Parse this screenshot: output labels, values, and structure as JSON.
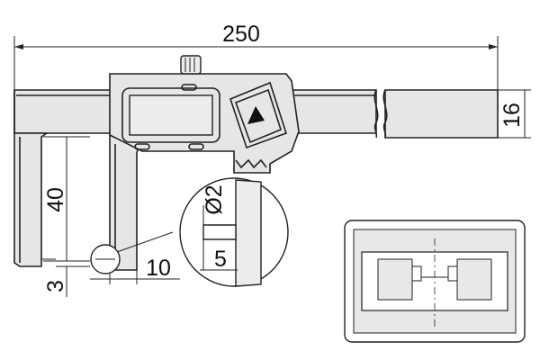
{
  "dimensions": {
    "total_length": "250",
    "beam_height": "16",
    "jaw_depth": "40",
    "tip_height": "3",
    "jaw_offset": "10",
    "pin_diameter": "Ø2",
    "pin_length": "5"
  },
  "icons": {
    "hold_button": "triangle-up-icon",
    "thumb_wheel": "knurled-wheel-icon"
  },
  "colors": {
    "line": "#222222",
    "body": "#e6e6e6",
    "inset_background": "#ececec"
  }
}
